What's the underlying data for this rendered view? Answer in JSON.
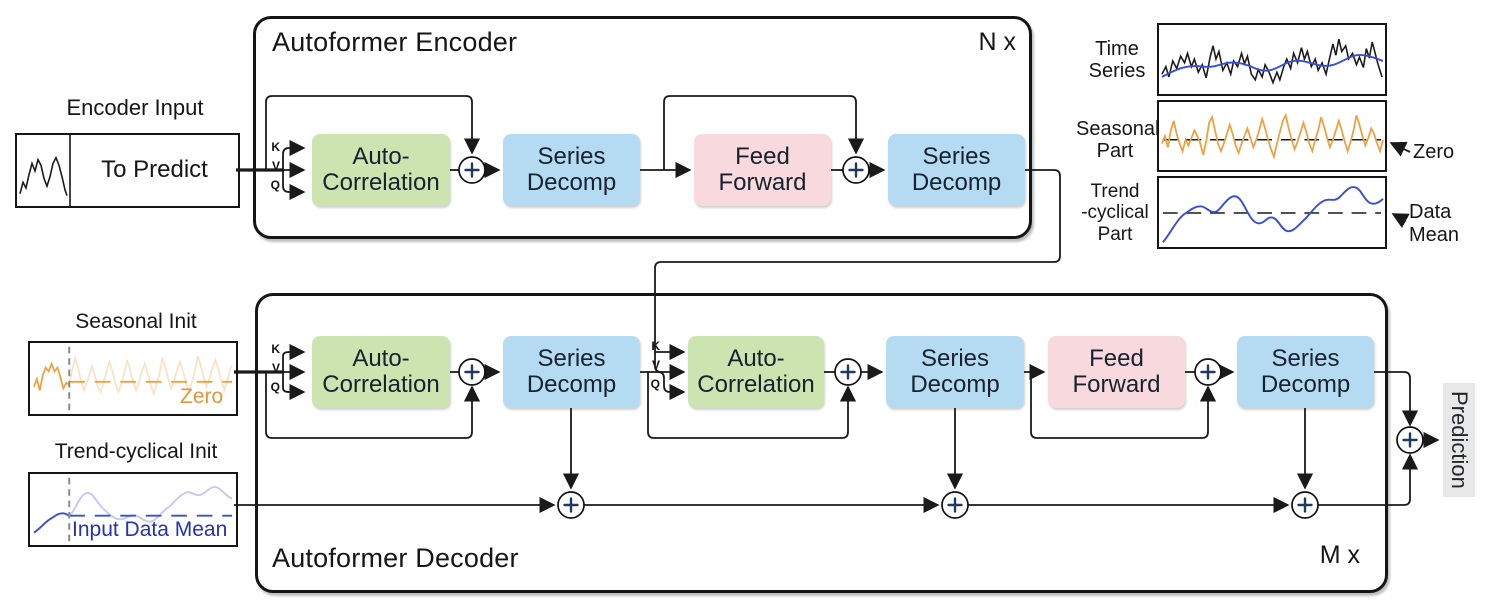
{
  "kvq": {
    "k": "K",
    "v": "V",
    "q": "Q"
  },
  "encoder": {
    "title": "Autoformer Encoder",
    "repeat_label": "N x",
    "blocks": {
      "auto_correlation": {
        "line1": "Auto-",
        "line2": "Correlation"
      },
      "series_decomp1": {
        "line1": "Series",
        "line2": "Decomp"
      },
      "feed_forward": {
        "line1": "Feed",
        "line2": "Forward"
      },
      "series_decomp2": {
        "line1": "Series",
        "line2": "Decomp"
      }
    }
  },
  "decoder": {
    "title": "Autoformer Decoder",
    "repeat_label": "M x",
    "blocks": {
      "auto_correlation1": {
        "line1": "Auto-",
        "line2": "Correlation"
      },
      "series_decomp1": {
        "line1": "Series",
        "line2": "Decomp"
      },
      "auto_correlation2": {
        "line1": "Auto-",
        "line2": "Correlation"
      },
      "series_decomp2": {
        "line1": "Series",
        "line2": "Decomp"
      },
      "feed_forward": {
        "line1": "Feed",
        "line2": "Forward"
      },
      "series_decomp3": {
        "line1": "Series",
        "line2": "Decomp"
      }
    }
  },
  "inputs": {
    "encoder_input": {
      "label": "Encoder Input",
      "value": "To Predict"
    },
    "seasonal_init": {
      "label": "Seasonal Init",
      "annotation": "Zero"
    },
    "trend_init": {
      "label": "Trend-cyclical Init",
      "annotation": "Input Data Mean"
    }
  },
  "decomposition_panel": {
    "time_series": {
      "label": [
        "Time",
        "Series"
      ]
    },
    "seasonal_part": {
      "label": [
        "Seasonal",
        "Part"
      ],
      "annotation": "Zero"
    },
    "trend_part": {
      "label": [
        "Trend",
        "-cyclical",
        "Part"
      ],
      "annotation": [
        "Data",
        "Mean"
      ]
    }
  },
  "output": {
    "prediction_label": "Prediction"
  },
  "colors": {
    "auto_correlation": "#cce4af",
    "series_decomp": "#b5dbf2",
    "feed_forward": "#f7d9de",
    "plus_sign": "#1e3a5f",
    "seasonal_series": "#eda13f",
    "trend_series": "#3a50d0",
    "prediction_bg": "#e8e8e8"
  }
}
